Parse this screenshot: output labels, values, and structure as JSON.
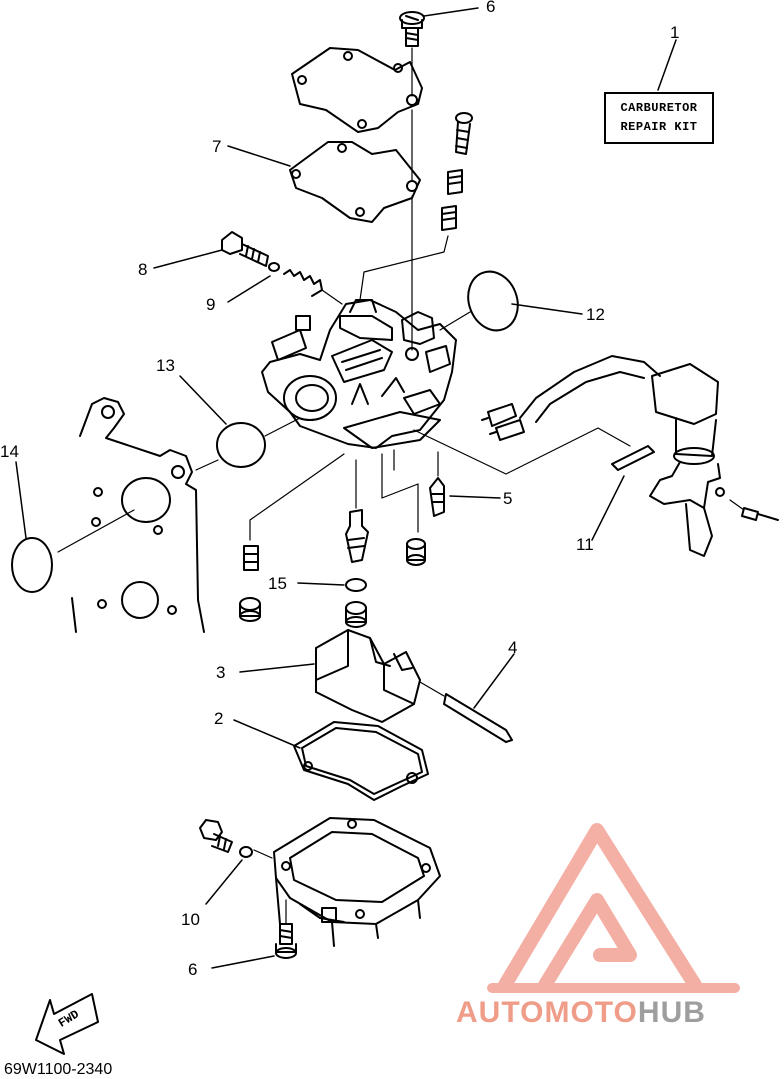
{
  "diagram": {
    "kit_label": {
      "line1": "CARBURETOR",
      "line2": "REPAIR KIT"
    },
    "callouts": [
      {
        "id": "c6a",
        "text": "6"
      },
      {
        "id": "c1",
        "text": "1"
      },
      {
        "id": "c7",
        "text": "7"
      },
      {
        "id": "c8",
        "text": "8"
      },
      {
        "id": "c9",
        "text": "9"
      },
      {
        "id": "c12",
        "text": "12"
      },
      {
        "id": "c13",
        "text": "13"
      },
      {
        "id": "c14",
        "text": "14"
      },
      {
        "id": "c5",
        "text": "5"
      },
      {
        "id": "c11",
        "text": "11"
      },
      {
        "id": "c15",
        "text": "15"
      },
      {
        "id": "c3",
        "text": "3"
      },
      {
        "id": "c4",
        "text": "4"
      },
      {
        "id": "c2",
        "text": "2"
      },
      {
        "id": "c10",
        "text": "10"
      },
      {
        "id": "c6b",
        "text": "6"
      }
    ],
    "fwd_label": "FWD",
    "doc_code": "69W1100-2340"
  },
  "watermark": {
    "word_main": "AUTOMOTO",
    "word_accent": "HUB",
    "colors": {
      "main": "#ef9c88",
      "accent": "#9e9e9e"
    }
  }
}
